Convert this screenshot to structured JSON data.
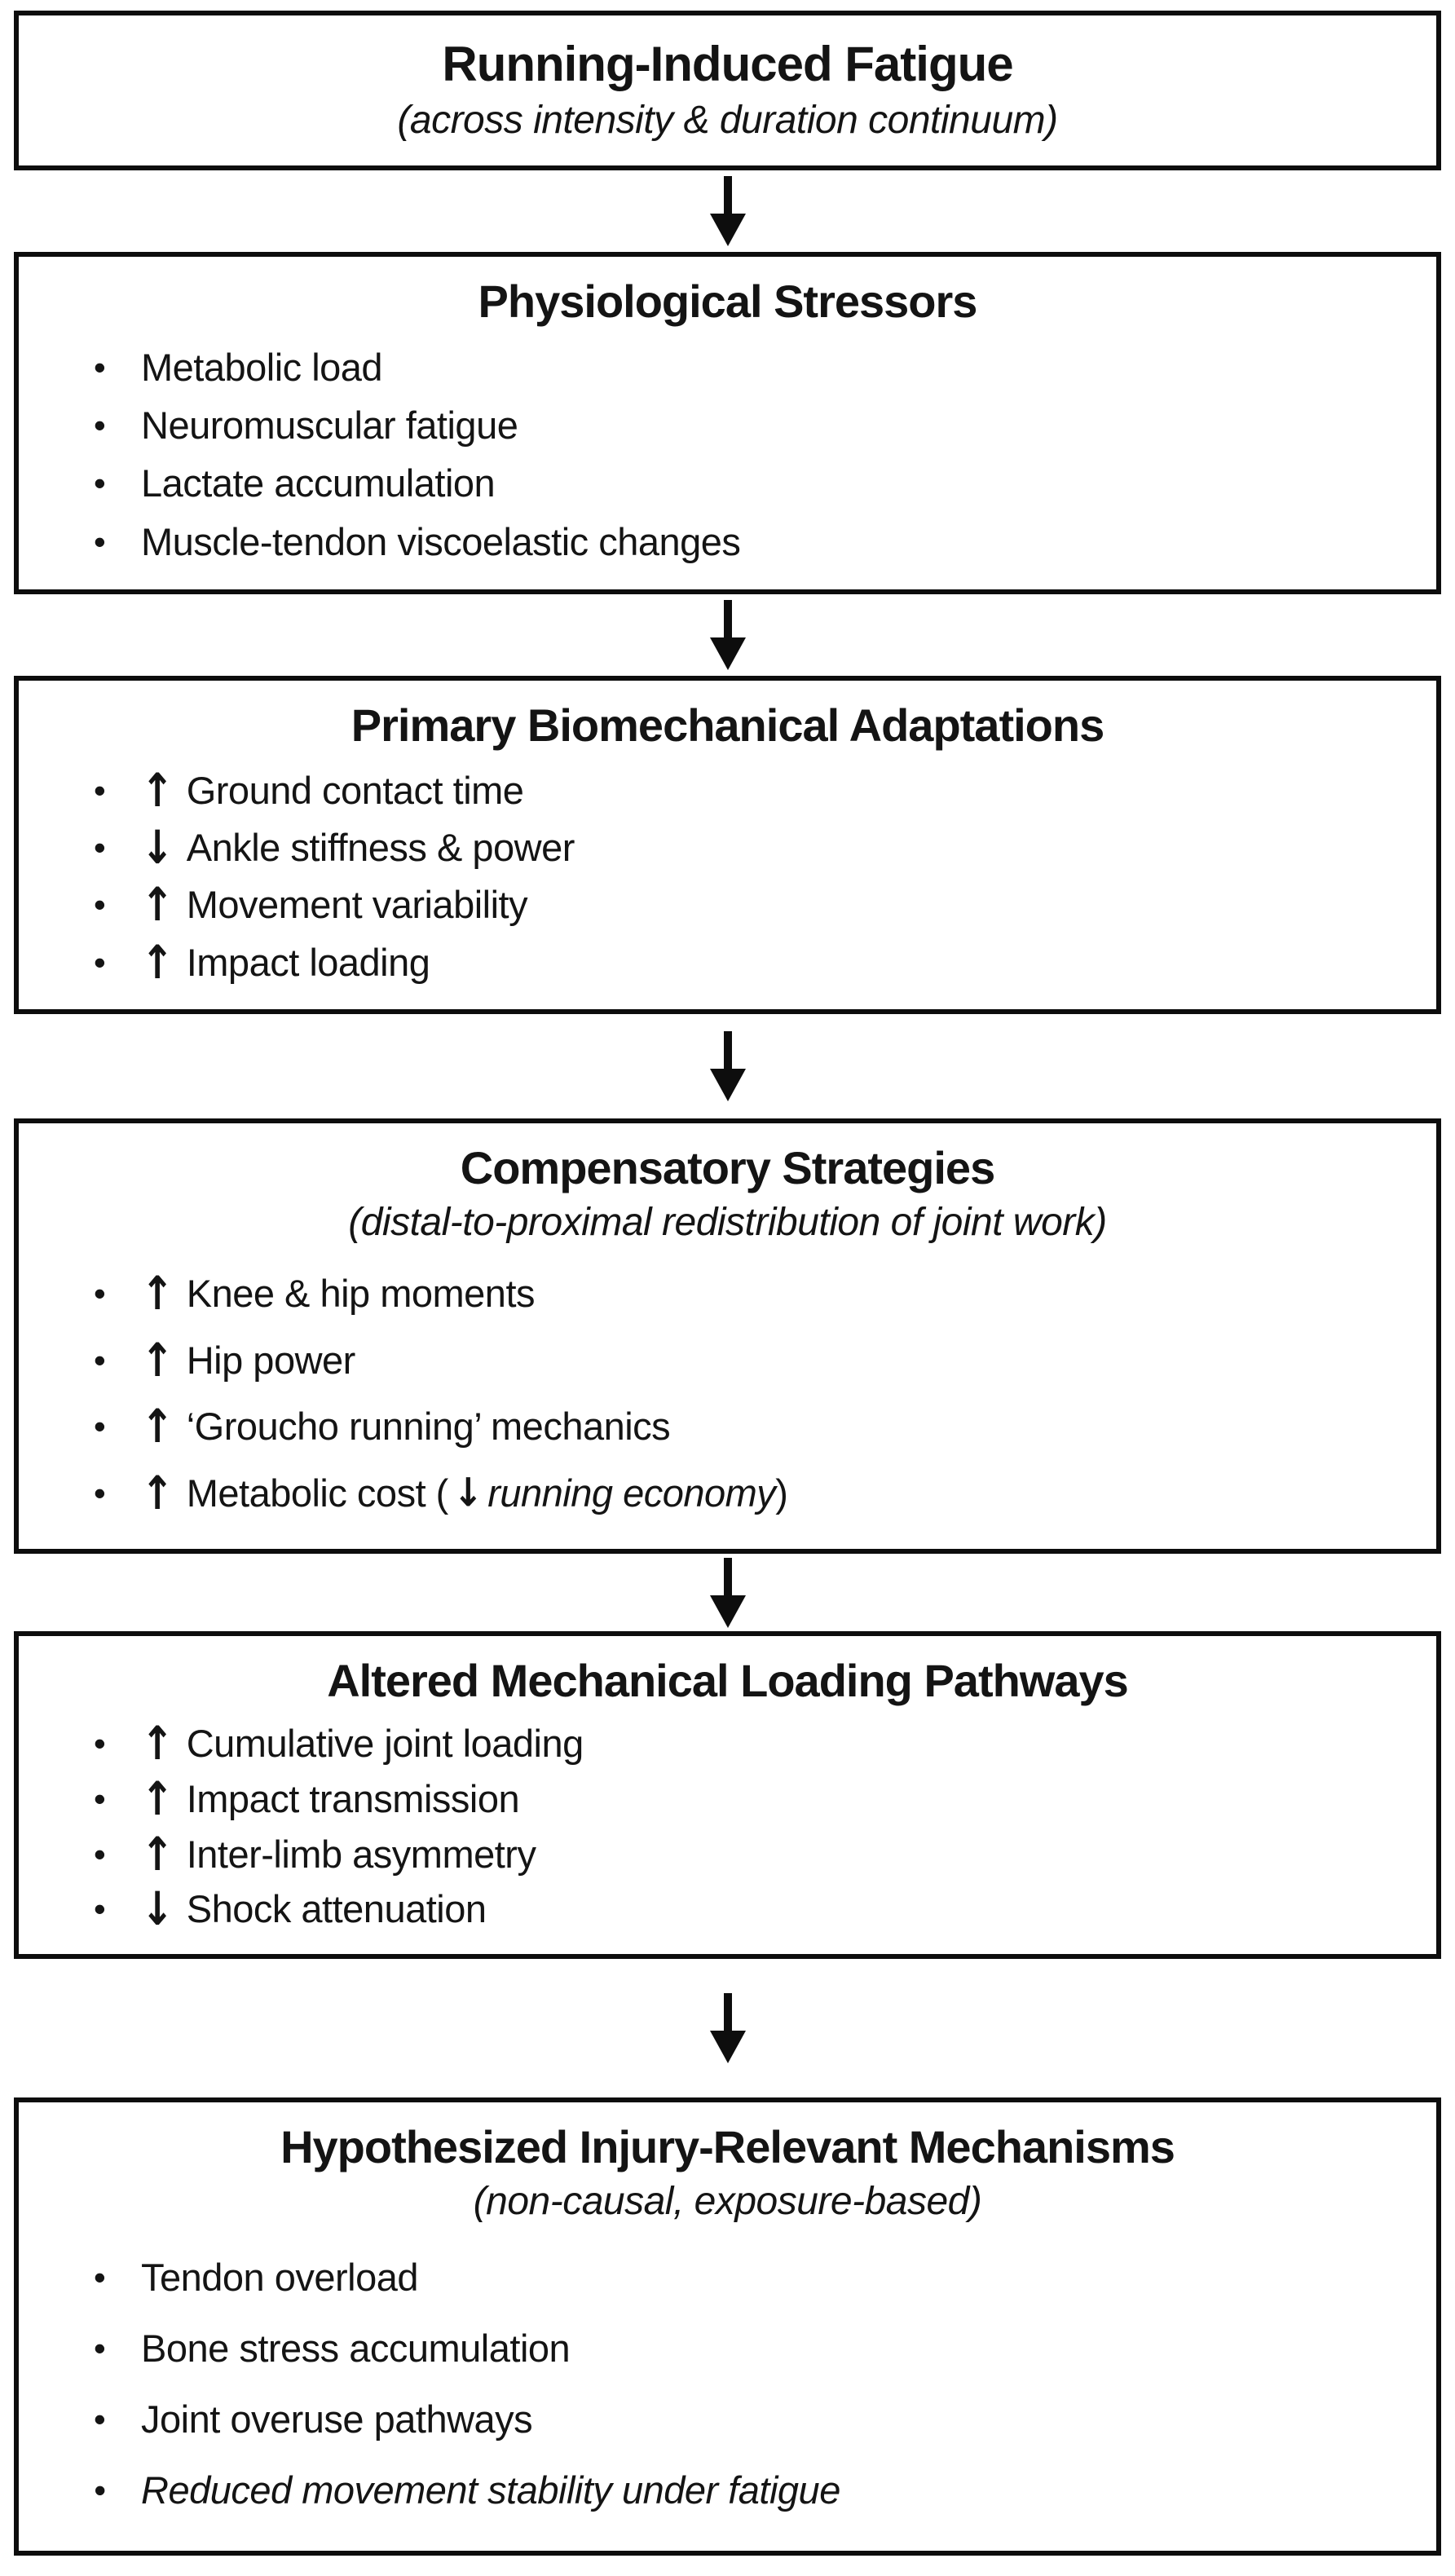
{
  "figure": {
    "type": "flowchart",
    "direction": "top-down",
    "colors": {
      "background": "#ffffff",
      "box_border": "#0d0d0d",
      "text": "#141414",
      "connector": "#0d0d0d"
    },
    "connector_count": 5,
    "connector_direction": "down"
  },
  "boxes": [
    {
      "title": "Running-Induced Fatigue",
      "subtitle": "(across intensity & duration continuum)",
      "bullets": []
    },
    {
      "title": "Physiological Stressors",
      "bullets": [
        {
          "text": "Metabolic load"
        },
        {
          "text": "Neuromuscular fatigue"
        },
        {
          "text": "Lactate accumulation"
        },
        {
          "text": "Muscle-tendon viscoelastic changes"
        }
      ]
    },
    {
      "title": "Primary Biomechanical Adaptations",
      "bullets": [
        {
          "arrow": "↑",
          "direction": "up",
          "text": "Ground contact time"
        },
        {
          "arrow": "↓",
          "direction": "down",
          "text": "Ankle stiffness & power"
        },
        {
          "arrow": "↑",
          "direction": "up",
          "text": "Movement variability"
        },
        {
          "arrow": "↑",
          "direction": "up",
          "text": "Impact loading"
        }
      ]
    },
    {
      "title": "Compensatory Strategies",
      "subtitle": "(distal-to-proximal redistribution of joint work)",
      "bullets": [
        {
          "arrow": "↑",
          "direction": "up",
          "text": "Knee & hip moments"
        },
        {
          "arrow": "↑",
          "direction": "up",
          "text": "Hip power"
        },
        {
          "arrow": "↑",
          "direction": "up",
          "text": "‘Groucho running’ mechanics"
        },
        {
          "arrow": "↑",
          "direction": "up",
          "text_pre": "Metabolic cost (",
          "inner_arrow": "↓",
          "inner_direction": "down",
          "text_italic": "running economy",
          "text_post": ")"
        }
      ]
    },
    {
      "title": "Altered Mechanical Loading Pathways",
      "bullets": [
        {
          "arrow": "↑",
          "direction": "up",
          "text": "Cumulative joint loading"
        },
        {
          "arrow": "↑",
          "direction": "up",
          "text": "Impact transmission"
        },
        {
          "arrow": "↑",
          "direction": "up",
          "text": "Inter-limb asymmetry"
        },
        {
          "arrow": "↓",
          "direction": "down",
          "text": "Shock attenuation"
        }
      ]
    },
    {
      "title": "Hypothesized Injury-Relevant Mechanisms",
      "subtitle": "(non-causal, exposure-based)",
      "bullets": [
        {
          "text": "Tendon overload"
        },
        {
          "text": "Bone stress accumulation"
        },
        {
          "text": "Joint overuse pathways"
        },
        {
          "text": "Reduced movement stability under fatigue",
          "italic": true
        }
      ]
    }
  ]
}
